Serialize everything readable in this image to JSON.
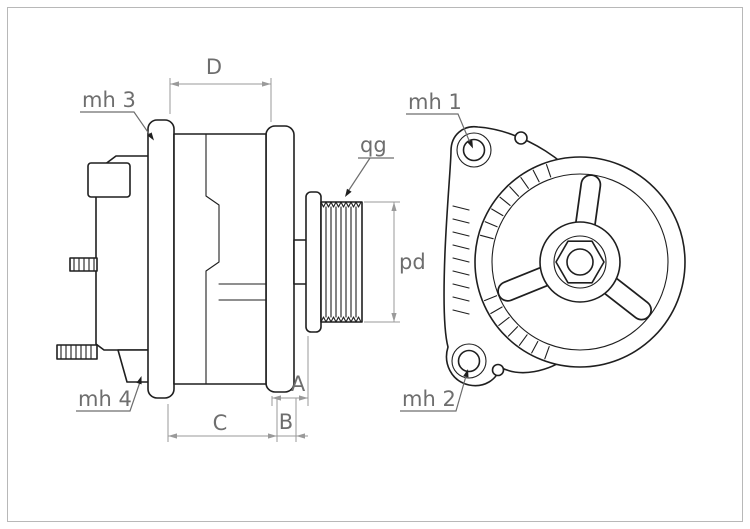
{
  "drawing": {
    "labels": {
      "dim_d": "D",
      "dim_a": "A",
      "dim_b": "B",
      "dim_c": "C",
      "pd": "pd",
      "qg": "qg",
      "mh1": "mh 1",
      "mh2": "mh 2",
      "mh3": "mh 3",
      "mh4": "mh 4"
    },
    "colors": {
      "line": "#1f1f1f",
      "dimension": "#9a9a9a",
      "label": "#6e6e6e",
      "background": "#ffffff"
    }
  }
}
